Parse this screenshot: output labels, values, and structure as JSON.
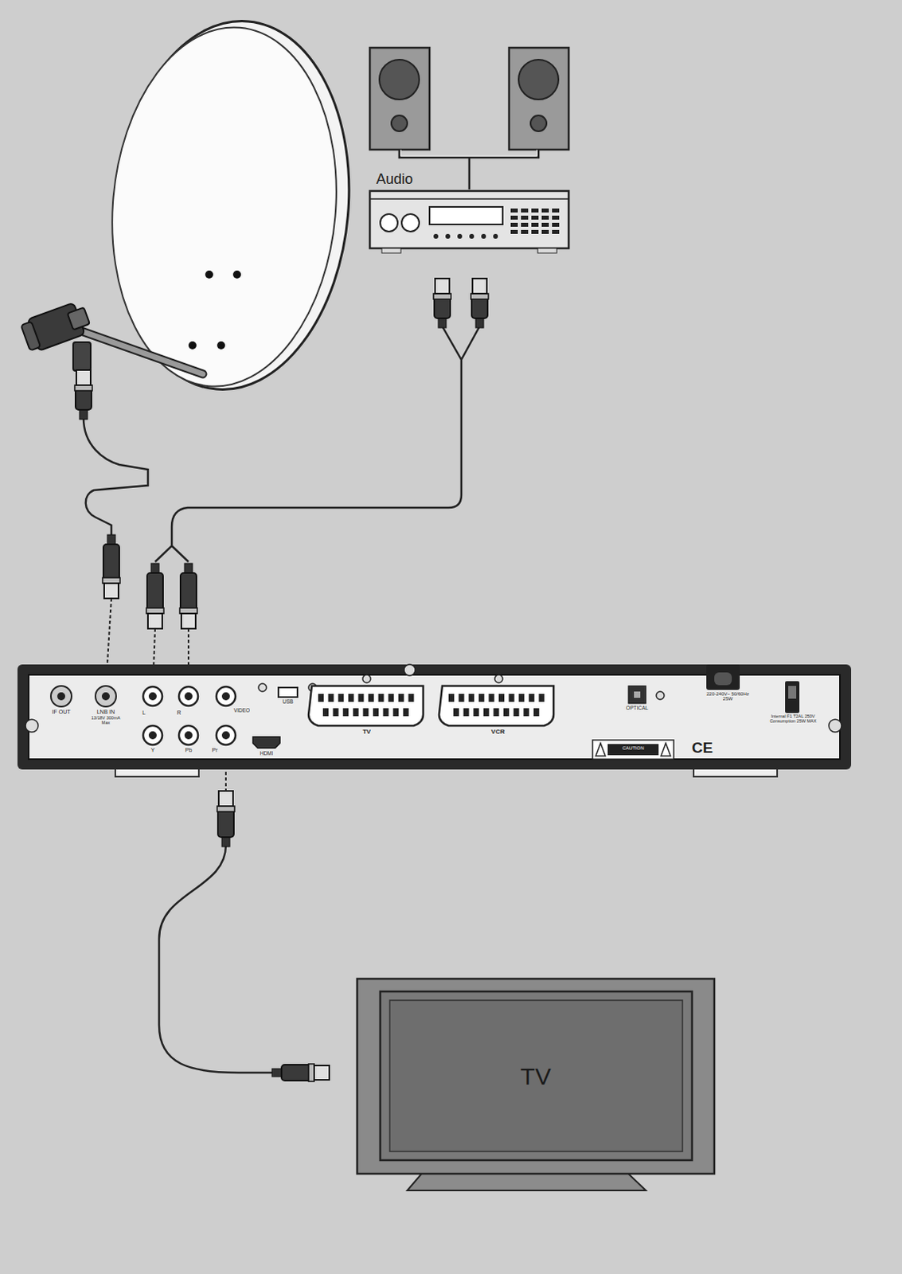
{
  "diagram": {
    "nodes": [
      {
        "text": [
          "Audio"
        ]
      },
      {
        "text": [
          "TV"
        ]
      }
    ],
    "labels": [
      "IF OUT",
      "LNB IN",
      "13/18V 300mA Max",
      "L",
      "R",
      "VIDEO",
      "USB",
      "Y",
      "Pb",
      "Pr",
      "HDMI",
      "TV",
      "VCR",
      "OPTICAL",
      "220-240V~ 50/60Hz 25W",
      "Internal F1 T2AL 250V Consumption 25W MAX",
      "CAUTION",
      "CE"
    ]
  }
}
